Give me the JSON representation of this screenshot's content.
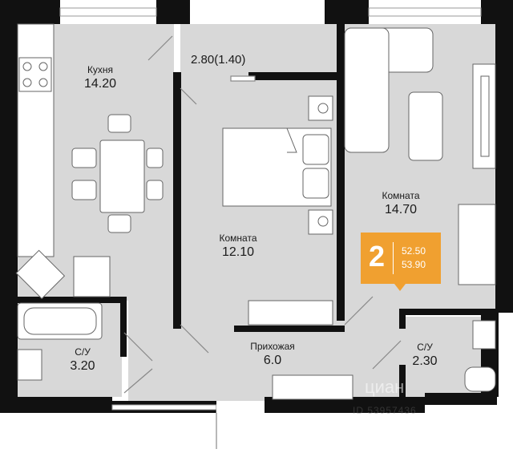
{
  "rooms": {
    "kitchen": {
      "name": "Кухня",
      "area": "14.20"
    },
    "bedroom": {
      "name": "Комната",
      "area": "12.10"
    },
    "living": {
      "name": "Комната",
      "area": "14.70"
    },
    "hall": {
      "name": "Прихожая",
      "area": "6.0"
    },
    "bath1": {
      "name": "С/У",
      "area": "3.20"
    },
    "bath2": {
      "name": "С/У",
      "area": "2.30"
    }
  },
  "balcony": {
    "label": "2.80(1.40)"
  },
  "badge": {
    "rooms": "2",
    "area_living": "52.50",
    "area_total": "53.90",
    "color": "#f0a030"
  },
  "watermark": {
    "brand": "циан",
    "id": "ID 53957436"
  },
  "colors": {
    "wall": "#111111",
    "floor": "#d8d8d8",
    "furniture": "#ffffff",
    "balcony": "#ffffff"
  }
}
